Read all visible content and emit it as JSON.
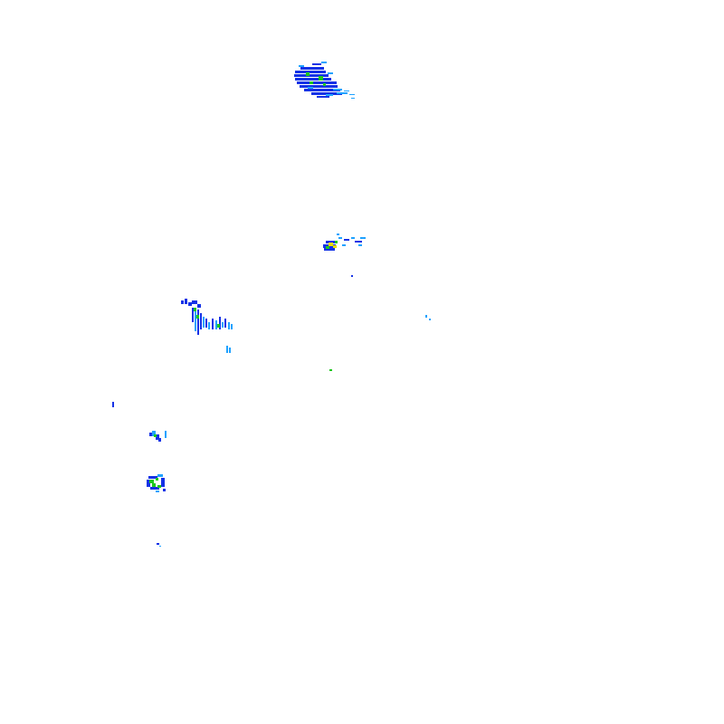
{
  "overlay": {
    "type": "weather-radar-reflectivity",
    "background": "#ffffff",
    "palette": {
      "light": "#1fa2ff",
      "moderate": "#1432e6",
      "heavy": "#1ec81e",
      "intense": "#e6dc00"
    },
    "echo_cells": [
      {
        "name": "echo-cell-north",
        "intensity_levels": [
          "light",
          "moderate",
          "heavy"
        ]
      },
      {
        "name": "echo-cell-central",
        "intensity_levels": [
          "light",
          "moderate",
          "heavy",
          "intense"
        ]
      },
      {
        "name": "echo-cell-west",
        "intensity_levels": [
          "light",
          "moderate",
          "heavy"
        ]
      },
      {
        "name": "echo-cell-southwest-upper",
        "intensity_levels": [
          "light",
          "moderate",
          "heavy"
        ]
      },
      {
        "name": "echo-cell-southwest-lower",
        "intensity_levels": [
          "light",
          "moderate",
          "heavy"
        ]
      },
      {
        "name": "echo-speck-misc",
        "intensity_levels": [
          "light",
          "moderate"
        ]
      }
    ]
  }
}
